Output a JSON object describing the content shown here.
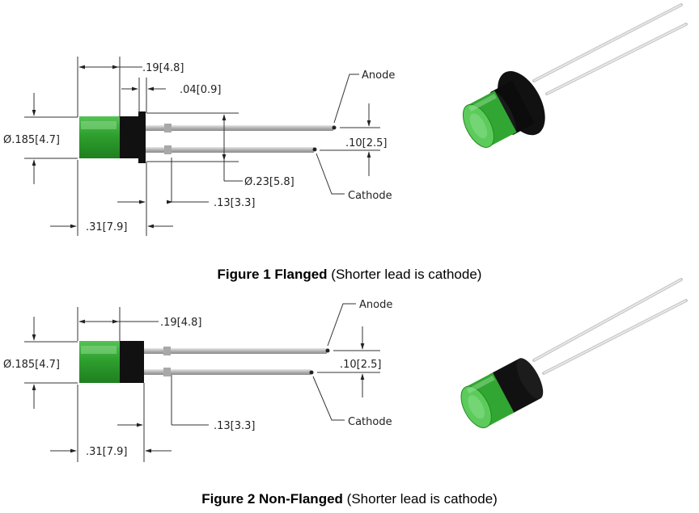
{
  "figure1": {
    "dimensions": {
      "overall_length": ".19[4.8]",
      "flange_thickness": ".04[0.9]",
      "lens_diameter": "Ø.185[4.7]",
      "lead_spacing": ".10[2.5]",
      "flange_diameter": "Ø.23[5.8]",
      "standoff": ".13[3.3]",
      "body_length": ".31[7.9]"
    },
    "labels": {
      "anode": "Anode",
      "cathode": "Cathode"
    },
    "caption": {
      "title": "Figure 1 Flanged",
      "note": "(Shorter lead is cathode)"
    }
  },
  "figure2": {
    "dimensions": {
      "overall_length": ".19[4.8]",
      "lens_diameter": "Ø.185[4.7]",
      "lead_spacing": ".10[2.5]",
      "standoff": ".13[3.3]",
      "body_length": ".31[7.9]"
    },
    "labels": {
      "anode": "Anode",
      "cathode": "Cathode"
    },
    "caption": {
      "title": "Figure 2 Non-Flanged",
      "note": "(Shorter lead is cathode)"
    }
  },
  "colors": {
    "lens_green": "#2fa82f",
    "lens_light": "#7fd87f",
    "body_black": "#111111",
    "lead_gray": "#b8b8b8"
  }
}
